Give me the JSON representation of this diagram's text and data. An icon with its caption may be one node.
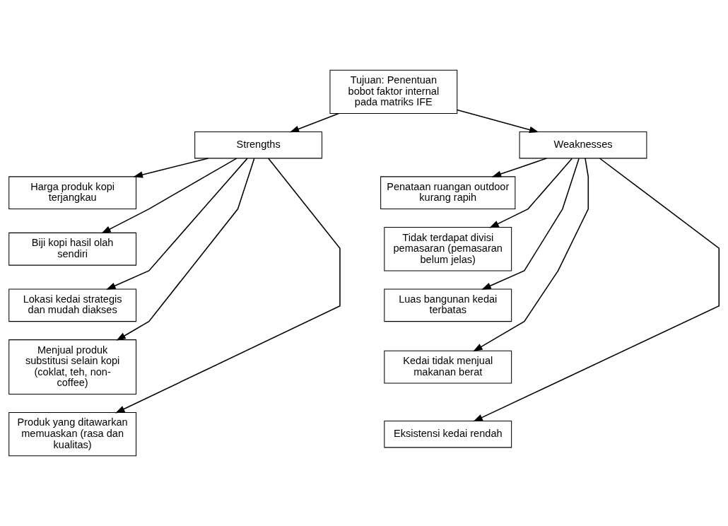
{
  "diagram": {
    "nodes": [
      {
        "text": [
          "Tujuan: Penentuan bobot faktor internal pada matriks IFE"
        ]
      },
      {
        "text": [
          "Strengths"
        ]
      },
      {
        "text": [
          "Weaknesses"
        ]
      },
      {
        "text": [
          "Harga produk kopi terjangkau"
        ]
      },
      {
        "text": [
          "Biji kopi hasil olah sendiri"
        ]
      },
      {
        "text": [
          "Lokasi kedai strategis dan mudah diakses"
        ]
      },
      {
        "text": [
          "Menjual produk substitusi selain kopi (coklat, teh, non-coffee)"
        ]
      },
      {
        "text": [
          "Produk yang ditawarkan memuaskan (rasa dan kualitas)"
        ]
      },
      {
        "text": [
          "Penataan ruangan outdoor kurang rapih"
        ]
      },
      {
        "text": [
          "Tidak terdapat divisi pemasaran (pemasaran belum jelas)"
        ]
      },
      {
        "text": [
          "Luas bangunan kedai terbatas"
        ]
      },
      {
        "text": [
          "Kedai tidak menjual makanan berat"
        ]
      },
      {
        "text": [
          "Eksistensi kedai rendah"
        ]
      }
    ],
    "edges": [
      {
        "from": 0,
        "to": 1,
        "arrow": "to"
      },
      {
        "from": 0,
        "to": 2,
        "arrow": "to"
      },
      {
        "from": 1,
        "to": 3,
        "arrow": "to"
      },
      {
        "from": 1,
        "to": 4,
        "arrow": "to"
      },
      {
        "from": 1,
        "to": 5,
        "arrow": "to"
      },
      {
        "from": 1,
        "to": 6,
        "arrow": "to"
      },
      {
        "from": 1,
        "to": 7,
        "arrow": "to"
      },
      {
        "from": 2,
        "to": 8,
        "arrow": "to"
      },
      {
        "from": 2,
        "to": 9,
        "arrow": "to"
      },
      {
        "from": 2,
        "to": 10,
        "arrow": "to"
      },
      {
        "from": 2,
        "to": 11,
        "arrow": "to"
      },
      {
        "from": 2,
        "to": 12,
        "arrow": "to"
      }
    ]
  }
}
